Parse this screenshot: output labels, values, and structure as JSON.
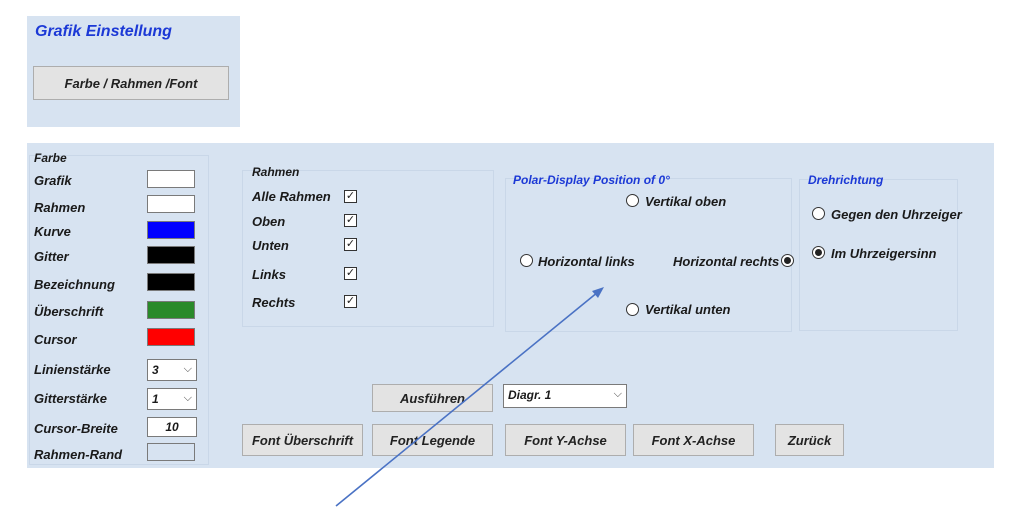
{
  "top_panel": {
    "title": "Grafik Einstellung",
    "button_label": "Farbe / Rahmen /Font"
  },
  "farbe": {
    "heading": "Farbe",
    "items": [
      {
        "label": "Grafik",
        "color": "#ffffff"
      },
      {
        "label": "Rahmen",
        "color": "#ffffff"
      },
      {
        "label": "Kurve",
        "color": "#0000ff"
      },
      {
        "label": "Gitter",
        "color": "#000000"
      },
      {
        "label": "Bezeichnung",
        "color": "#000000"
      },
      {
        "label": "Überschrift",
        "color": "#2a8a2a"
      },
      {
        "label": "Cursor",
        "color": "#ff0000"
      }
    ],
    "linienstaerke": {
      "label": "Linienstärke",
      "value": "3"
    },
    "gitterstaerke": {
      "label": "Gitterstärke",
      "value": "1"
    },
    "cursor_breite": {
      "label": "Cursor-Breite",
      "value": "10"
    },
    "rahmen_rand": {
      "label": "Rahmen-Rand",
      "color": "#d7e3f1"
    }
  },
  "rahmen": {
    "heading": "Rahmen",
    "items": [
      {
        "label": "Alle Rahmen",
        "checked": true
      },
      {
        "label": "Oben",
        "checked": true
      },
      {
        "label": "Unten",
        "checked": true
      },
      {
        "label": "Links",
        "checked": true
      },
      {
        "label": "Rechts",
        "checked": true
      }
    ],
    "check_glyph": "✓"
  },
  "polar": {
    "heading": "Polar-Display Position of 0°",
    "vertikal_oben": "Vertikal oben",
    "horizontal_links": "Horizontal links",
    "horizontal_rechts": "Horizontal rechts",
    "vertikal_unten": "Vertikal unten",
    "selected": "horizontal_rechts"
  },
  "drehrichtung": {
    "heading": "Drehrichtung",
    "gegen": "Gegen den Uhrzeiger",
    "im": "Im Uhrzeigersinn",
    "selected": "im"
  },
  "actions": {
    "ausfuehren": "Ausführen",
    "diagram_select": "Diagr. 1",
    "dropdown_glyph": "⌵",
    "font_ueberschrift": "Font Überschrift",
    "font_legende": "Font Legende",
    "font_y_achse": "Font Y-Achse",
    "font_x_achse": "Font X-Achse",
    "zurueck": "Zurück"
  },
  "colors": {
    "panel_bg": "#d7e3f1",
    "heading_blue": "#1c39d6",
    "arrow": "#4a72c4"
  }
}
